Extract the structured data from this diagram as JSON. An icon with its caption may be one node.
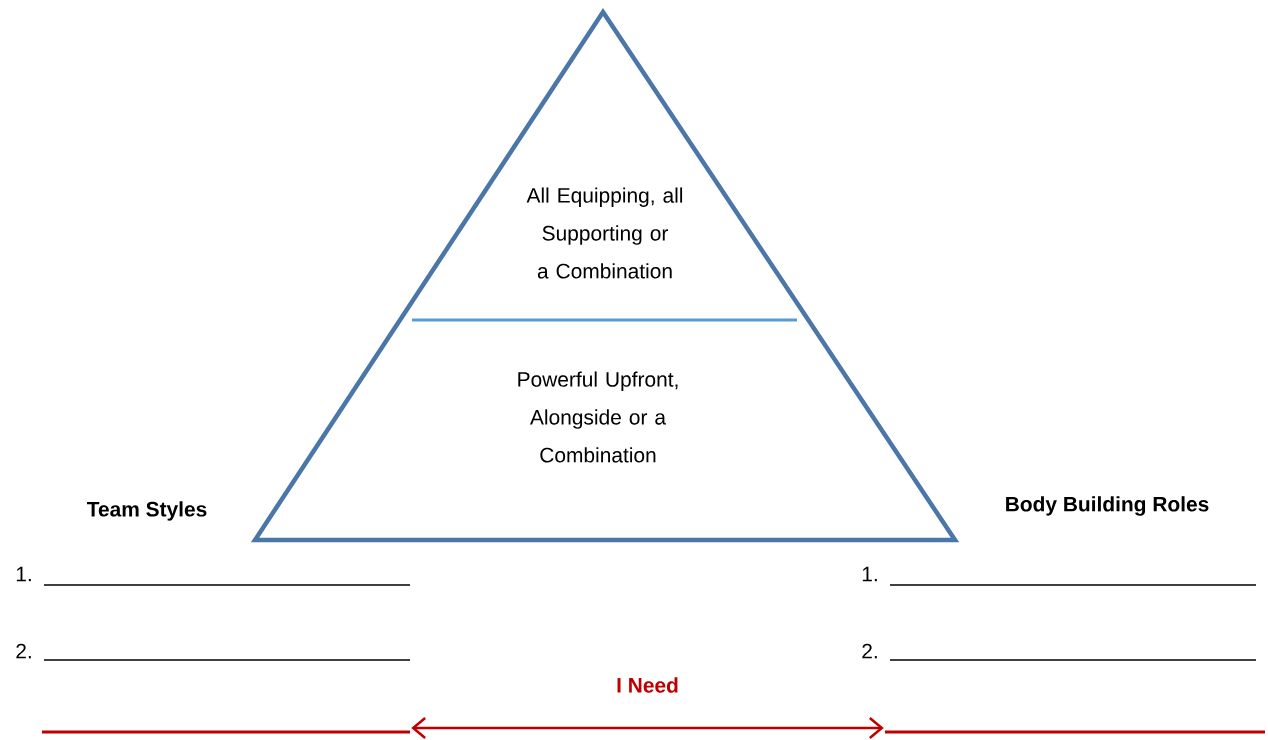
{
  "diagram": {
    "nodes": [
      {
        "text": [
          "All Equipping, all Supporting or a Combination"
        ]
      },
      {
        "text": [
          "Powerful Upfront, Alongside or a Combination"
        ]
      },
      {
        "text": [],
        "shape": "line"
      },
      {
        "text": [],
        "shape": "line"
      }
    ],
    "edges": [
      {
        "from": 2,
        "to": 3,
        "arrow": "both",
        "label": "I Need",
        "color": "#c00000"
      }
    ],
    "labels": [
      "Team Styles",
      "Body Building Roles",
      "1.",
      "1.",
      "2.",
      "2."
    ]
  }
}
